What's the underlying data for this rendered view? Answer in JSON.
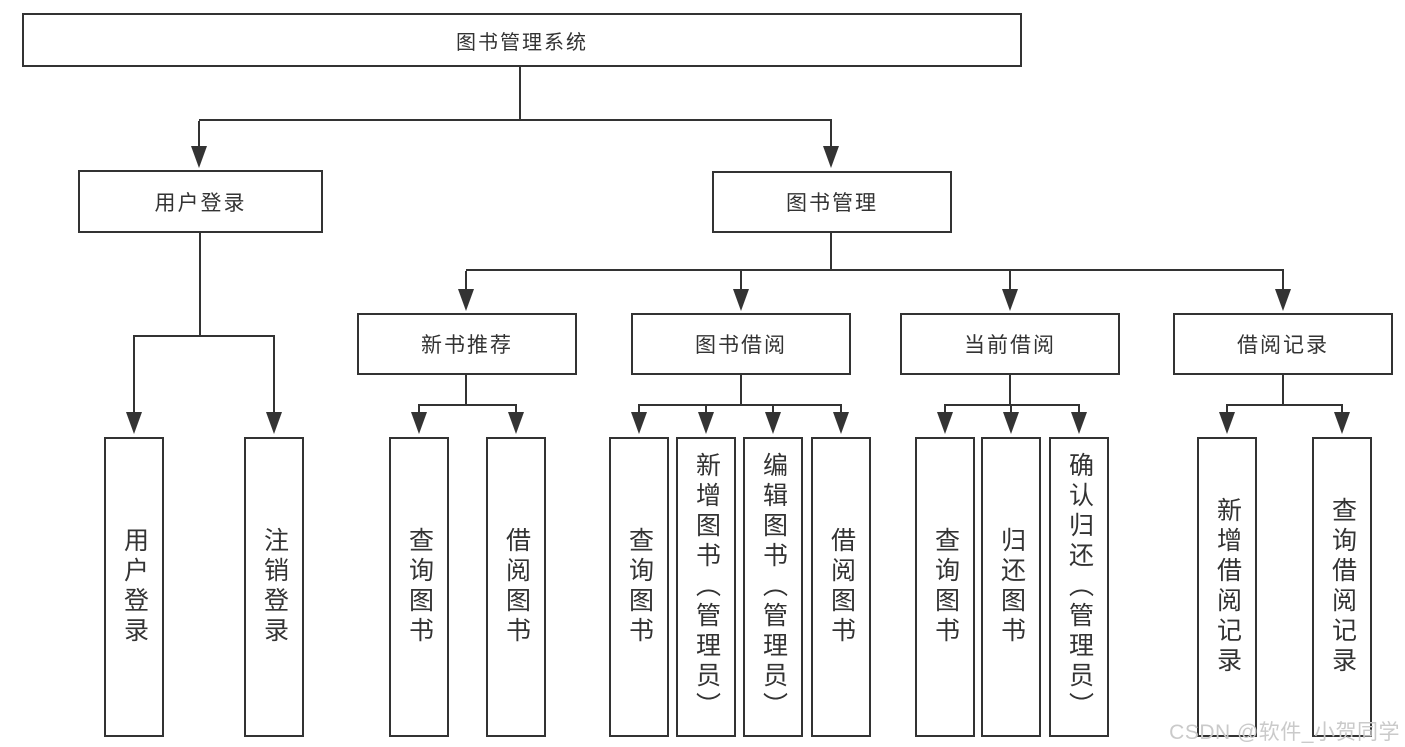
{
  "diagram": {
    "root": {
      "label": "图书管理系统"
    },
    "login": {
      "label": "用户登录",
      "children": [
        {
          "label": "用户登录"
        },
        {
          "label": "注销登录"
        }
      ]
    },
    "management": {
      "label": "图书管理",
      "groups": [
        {
          "label": "新书推荐",
          "children": [
            {
              "label": "查询图书"
            },
            {
              "label": "借阅图书"
            }
          ]
        },
        {
          "label": "图书借阅",
          "children": [
            {
              "label": "查询图书"
            },
            {
              "label": "新增图书（管理员）"
            },
            {
              "label": "编辑图书（管理员）"
            },
            {
              "label": "借阅图书"
            }
          ]
        },
        {
          "label": "当前借阅",
          "children": [
            {
              "label": "查询图书"
            },
            {
              "label": "归还图书"
            },
            {
              "label": "确认归还（管理员）"
            }
          ]
        },
        {
          "label": "借阅记录",
          "children": [
            {
              "label": "新增借阅记录"
            },
            {
              "label": "查询借阅记录"
            }
          ]
        }
      ]
    }
  },
  "colors": {
    "line": "#333333",
    "text": "#333333",
    "background": "#ffffff",
    "watermark": "#cacaca"
  },
  "watermark": {
    "text": "CSDN @软件_小贺同学"
  }
}
